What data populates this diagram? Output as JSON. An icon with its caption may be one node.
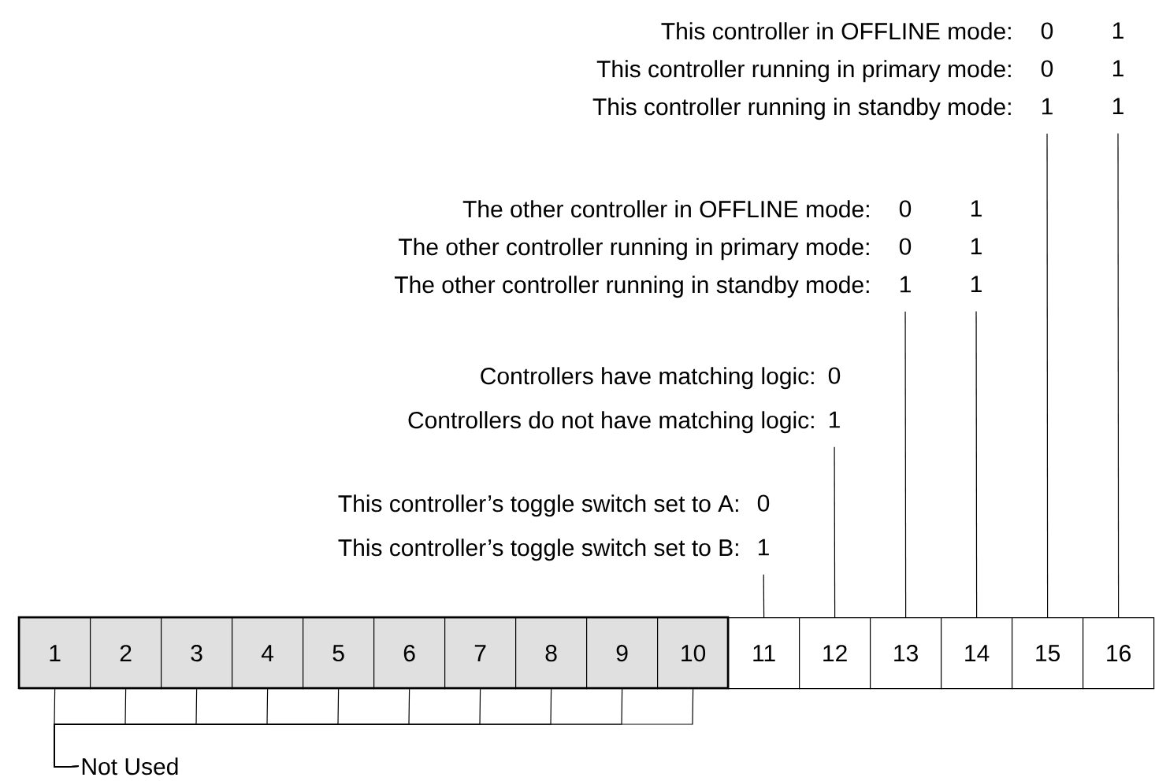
{
  "diagram": {
    "nodes": [
      {
        "text": [
          "0",
          "0",
          "1"
        ]
      },
      {
        "text": [
          "1",
          "1",
          "1"
        ]
      },
      {
        "text": [
          "0",
          "0",
          "1"
        ]
      },
      {
        "text": [
          "1",
          "1",
          "1"
        ]
      },
      {
        "text": [
          "0",
          "1"
        ]
      },
      {
        "text": [
          "0",
          "1"
        ]
      },
      {
        "text": [
          "1"
        ]
      },
      {
        "text": [
          "2"
        ]
      },
      {
        "text": [
          "3"
        ]
      },
      {
        "text": [
          "4"
        ]
      },
      {
        "text": [
          "5"
        ]
      },
      {
        "text": [
          "6"
        ]
      },
      {
        "text": [
          "7"
        ]
      },
      {
        "text": [
          "8"
        ]
      },
      {
        "text": [
          "9"
        ]
      },
      {
        "text": [
          "10"
        ]
      },
      {
        "text": [
          "11"
        ]
      },
      {
        "text": [
          "12"
        ]
      },
      {
        "text": [
          "13"
        ]
      },
      {
        "text": [
          "14"
        ]
      },
      {
        "text": [
          "15"
        ]
      },
      {
        "text": [
          "16"
        ]
      },
      {
        "text": [
          "Not Used"
        ]
      }
    ],
    "edges": [
      {
        "from": 0,
        "to": 20,
        "arrow": "none"
      },
      {
        "from": 1,
        "to": 21,
        "arrow": "none"
      },
      {
        "from": 2,
        "to": 18,
        "arrow": "none"
      },
      {
        "from": 3,
        "to": 19,
        "arrow": "none"
      },
      {
        "from": 4,
        "to": 17,
        "arrow": "none"
      },
      {
        "from": 5,
        "to": 16,
        "arrow": "none"
      },
      {
        "from": 22,
        "to": 6,
        "arrow": "none"
      },
      {
        "from": 22,
        "to": 7,
        "arrow": "none"
      },
      {
        "from": 22,
        "to": 8,
        "arrow": "none"
      },
      {
        "from": 22,
        "to": 9,
        "arrow": "none"
      },
      {
        "from": 22,
        "to": 10,
        "arrow": "none"
      },
      {
        "from": 22,
        "to": 11,
        "arrow": "none"
      },
      {
        "from": 22,
        "to": 12,
        "arrow": "none"
      },
      {
        "from": 22,
        "to": 13,
        "arrow": "none"
      },
      {
        "from": 22,
        "to": 14,
        "arrow": "none"
      },
      {
        "from": 22,
        "to": 15,
        "arrow": "none"
      }
    ],
    "labels": [
      "This controller in OFFLINE mode:",
      "This controller running in primary mode:",
      "This controller running in standby mode:",
      "The other controller in OFFLINE mode:",
      "The other controller running in primary mode:",
      "The other controller running in standby mode:",
      "Controllers have matching logic:",
      "Controllers do not have matching logic:",
      "This controller’s toggle switch set to A:",
      "This controller’s toggle switch set to B:"
    ]
  }
}
